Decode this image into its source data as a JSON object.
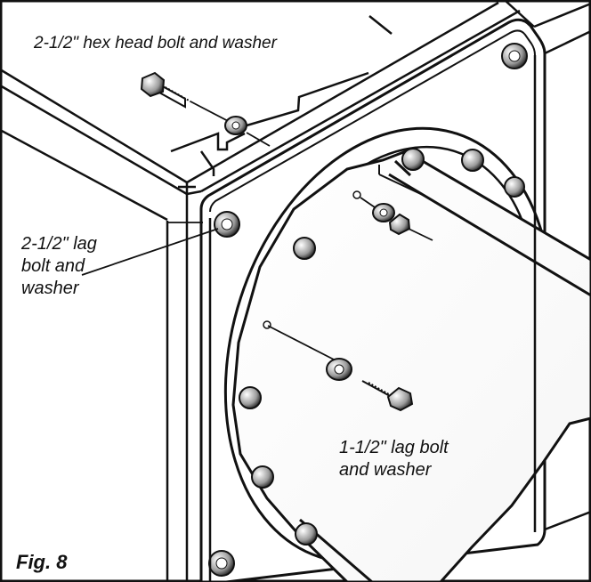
{
  "figure": {
    "title": "Fig. 8"
  },
  "labels": {
    "hex_head_bolt": "2-1/2\" hex head bolt  and washer",
    "lag_bolt_large": {
      "line1": "2-1/2\" lag",
      "line2": "bolt and",
      "line3": "washer"
    },
    "lag_bolt_small": {
      "line1": "1-1/2\"  lag  bolt",
      "line2": "and washer"
    }
  },
  "colors": {
    "ink": "#111111",
    "paper": "#ffffff"
  }
}
